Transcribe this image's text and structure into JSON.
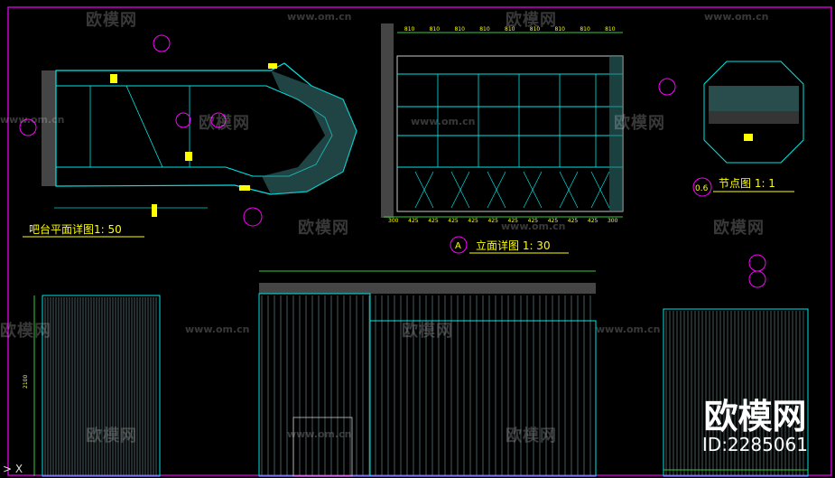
{
  "titles": {
    "bar_plan": "吧台平面详图1: 50",
    "elevation": "立面详图 1: 30",
    "node": "节点图 1: 1",
    "node_tag": "0.6",
    "elevation_tag": "A"
  },
  "watermarks": {
    "brand": "欧模网",
    "url": "www.om.cn"
  },
  "badge": {
    "logo_text": "欧模网",
    "id_text": "ID:2285061"
  },
  "command_prompt": "> X",
  "dims": {
    "elevation_bottom": [
      "300",
      "425",
      "425",
      "425",
      "425",
      "425",
      "425",
      "425",
      "425",
      "425",
      "425",
      "300"
    ],
    "elevation_top": [
      "810",
      "810",
      "810",
      "810",
      "810",
      "810",
      "810",
      "810",
      "810"
    ],
    "side_height": "2100"
  },
  "colors": {
    "background": "#000000",
    "frame": "#ff00ff",
    "line_cyan": "#00e5e5",
    "line_teal": "#00a0a0",
    "text_yellow": "#ffff00",
    "tag_magenta": "#ff00ff",
    "hatch_white": "#c8c8c8",
    "dim_green": "#33cc33"
  }
}
